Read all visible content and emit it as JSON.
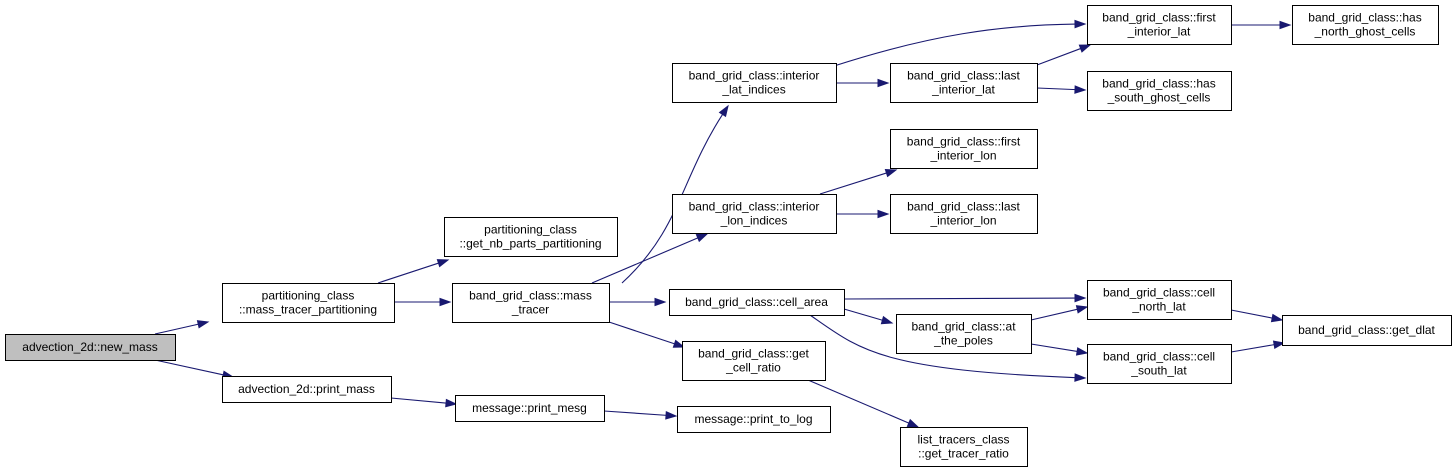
{
  "graph": {
    "nodes": [
      {
        "id": "new_mass",
        "lines": [
          "advection_2d::new_mass"
        ],
        "root": true
      },
      {
        "id": "mass_tracer_partitioning",
        "lines": [
          "partitioning_class",
          "::mass_tracer_partitioning"
        ]
      },
      {
        "id": "print_mass",
        "lines": [
          "advection_2d::print_mass"
        ]
      },
      {
        "id": "get_nb_parts",
        "lines": [
          "partitioning_class",
          "::get_nb_parts_partitioning"
        ]
      },
      {
        "id": "mass_tracer",
        "lines": [
          "band_grid_class::mass",
          "_tracer"
        ]
      },
      {
        "id": "print_mesg",
        "lines": [
          "message::print_mesg"
        ]
      },
      {
        "id": "print_to_log",
        "lines": [
          "message::print_to_log"
        ]
      },
      {
        "id": "interior_lat_indices",
        "lines": [
          "band_grid_class::interior",
          "_lat_indices"
        ]
      },
      {
        "id": "interior_lon_indices",
        "lines": [
          "band_grid_class::interior",
          "_lon_indices"
        ]
      },
      {
        "id": "cell_area",
        "lines": [
          "band_grid_class::cell_area"
        ]
      },
      {
        "id": "get_cell_ratio",
        "lines": [
          "band_grid_class::get",
          "_cell_ratio"
        ]
      },
      {
        "id": "get_tracer_ratio",
        "lines": [
          "list_tracers_class",
          "::get_tracer_ratio"
        ]
      },
      {
        "id": "last_interior_lat",
        "lines": [
          "band_grid_class::last",
          "_interior_lat"
        ]
      },
      {
        "id": "first_interior_lon",
        "lines": [
          "band_grid_class::first",
          "_interior_lon"
        ]
      },
      {
        "id": "last_interior_lon",
        "lines": [
          "band_grid_class::last",
          "_interior_lon"
        ]
      },
      {
        "id": "at_the_poles",
        "lines": [
          "band_grid_class::at",
          "_the_poles"
        ]
      },
      {
        "id": "first_interior_lat",
        "lines": [
          "band_grid_class::first",
          "_interior_lat"
        ]
      },
      {
        "id": "has_south_ghost",
        "lines": [
          "band_grid_class::has",
          "_south_ghost_cells"
        ]
      },
      {
        "id": "cell_north_lat",
        "lines": [
          "band_grid_class::cell",
          "_north_lat"
        ]
      },
      {
        "id": "cell_south_lat",
        "lines": [
          "band_grid_class::cell",
          "_south_lat"
        ]
      },
      {
        "id": "has_north_ghost",
        "lines": [
          "band_grid_class::has",
          "_north_ghost_cells"
        ]
      },
      {
        "id": "get_dlat",
        "lines": [
          "band_grid_class::get_dlat"
        ]
      }
    ],
    "edges": [
      {
        "from": "new_mass",
        "to": "mass_tracer_partitioning"
      },
      {
        "from": "new_mass",
        "to": "print_mass"
      },
      {
        "from": "mass_tracer_partitioning",
        "to": "get_nb_parts"
      },
      {
        "from": "mass_tracer_partitioning",
        "to": "mass_tracer"
      },
      {
        "from": "print_mass",
        "to": "print_mesg"
      },
      {
        "from": "print_mesg",
        "to": "print_to_log"
      },
      {
        "from": "mass_tracer",
        "to": "interior_lat_indices"
      },
      {
        "from": "mass_tracer",
        "to": "interior_lon_indices"
      },
      {
        "from": "mass_tracer",
        "to": "cell_area"
      },
      {
        "from": "mass_tracer",
        "to": "get_cell_ratio"
      },
      {
        "from": "get_cell_ratio",
        "to": "get_tracer_ratio"
      },
      {
        "from": "interior_lat_indices",
        "to": "first_interior_lat"
      },
      {
        "from": "interior_lat_indices",
        "to": "last_interior_lat"
      },
      {
        "from": "interior_lon_indices",
        "to": "first_interior_lon"
      },
      {
        "from": "interior_lon_indices",
        "to": "last_interior_lon"
      },
      {
        "from": "cell_area",
        "to": "cell_north_lat"
      },
      {
        "from": "cell_area",
        "to": "at_the_poles"
      },
      {
        "from": "cell_area",
        "to": "cell_south_lat"
      },
      {
        "from": "last_interior_lat",
        "to": "first_interior_lat"
      },
      {
        "from": "last_interior_lat",
        "to": "has_south_ghost"
      },
      {
        "from": "first_interior_lat",
        "to": "has_north_ghost"
      },
      {
        "from": "at_the_poles",
        "to": "cell_north_lat"
      },
      {
        "from": "at_the_poles",
        "to": "cell_south_lat"
      },
      {
        "from": "cell_north_lat",
        "to": "get_dlat"
      },
      {
        "from": "cell_south_lat",
        "to": "get_dlat"
      }
    ]
  }
}
